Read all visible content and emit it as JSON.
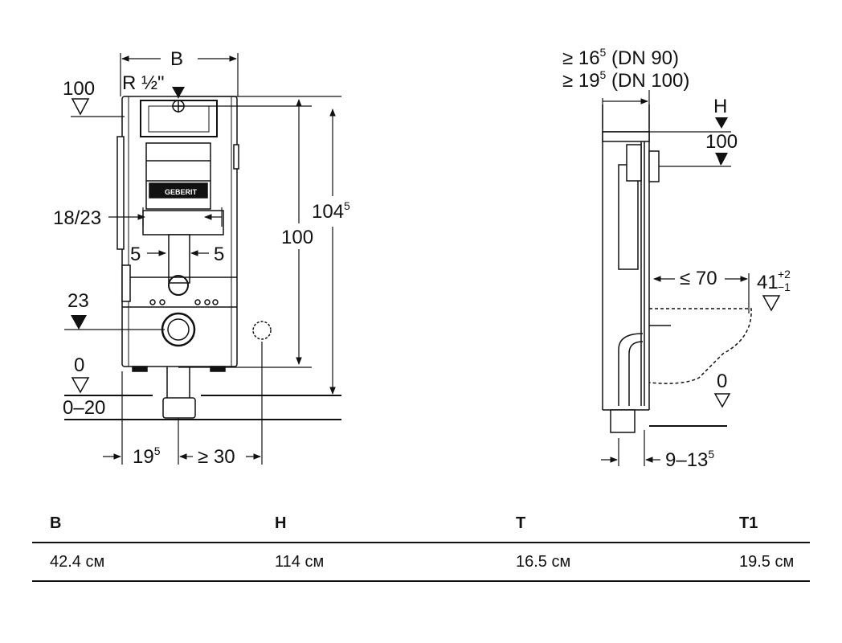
{
  "front": {
    "b": "B",
    "r_half": "R ½\"",
    "lvl100": "100",
    "d18_23": "18/23",
    "five": "5",
    "d23": "23",
    "d0": "0",
    "d0_20": "0–20",
    "d19": "19",
    "d19_sup": "5",
    "d30": "≥ 30",
    "d100": "100",
    "d104": "104",
    "d104_sup": "5",
    "brand": "GEBERIT"
  },
  "side": {
    "t1a": "≥ 16",
    "t1a_sup": "5",
    "t1a_rest": " (DN 90)",
    "t1b": "≥ 19",
    "t1b_sup": "5",
    "t1b_rest": " (DN 100)",
    "h": "H",
    "h100": "100",
    "d70": "≤ 70",
    "d41": "41",
    "d41_up": "+2",
    "d41_dn": "−1",
    "d0": "0",
    "d9": "9–13",
    "d9_sup": "5"
  },
  "specs": {
    "headers": [
      "B",
      "H",
      "T",
      "T1"
    ],
    "values": [
      "42.4 см",
      "114 см",
      "16.5 см",
      "19.5 см"
    ]
  }
}
